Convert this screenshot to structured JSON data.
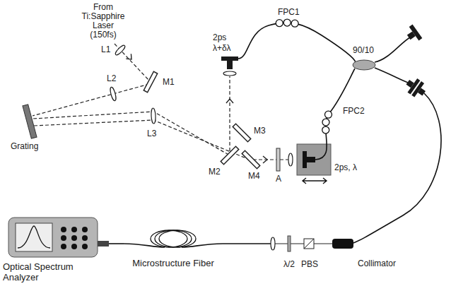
{
  "diagram": {
    "nodes": [
      {
        "text": [
          "Optical Spectrum Analyzer"
        ]
      },
      {
        "text": [
          "Microstructure Fiber"
        ]
      }
    ],
    "edges": [
      {
        "from": 0,
        "to": 1,
        "arrow": "none"
      }
    ],
    "labels": [
      "From Ti:Sapphire Laser (150fs)",
      "L1",
      "L2",
      "L3",
      "M1",
      "Grating",
      "2ps λ+δλ",
      "FPC1",
      "90/10",
      "FPC2",
      "M3",
      "M2",
      "M4",
      "A",
      "2ps, λ",
      "λ/2",
      "PBS",
      "Collimator"
    ]
  }
}
